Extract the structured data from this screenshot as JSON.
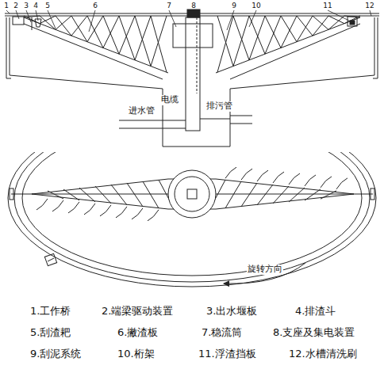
{
  "diagram": {
    "labels": [
      "1",
      "2",
      "3",
      "4",
      "5",
      "6",
      "7",
      "8",
      "9",
      "10",
      "11",
      "12",
      "进水管",
      "电缆",
      "排污管",
      "旋转方向",
      "1.工作桥",
      "2.端梁驱动装置",
      "3.出水堰板",
      "4.排渣斗",
      "5.刮渣耙",
      "6.撇渣板",
      "7.稳流筒",
      "8.支座及集电装置",
      "9.刮泥系统",
      "10.桁架",
      "11.浮渣挡板",
      "12.水槽清洗刷"
    ]
  }
}
